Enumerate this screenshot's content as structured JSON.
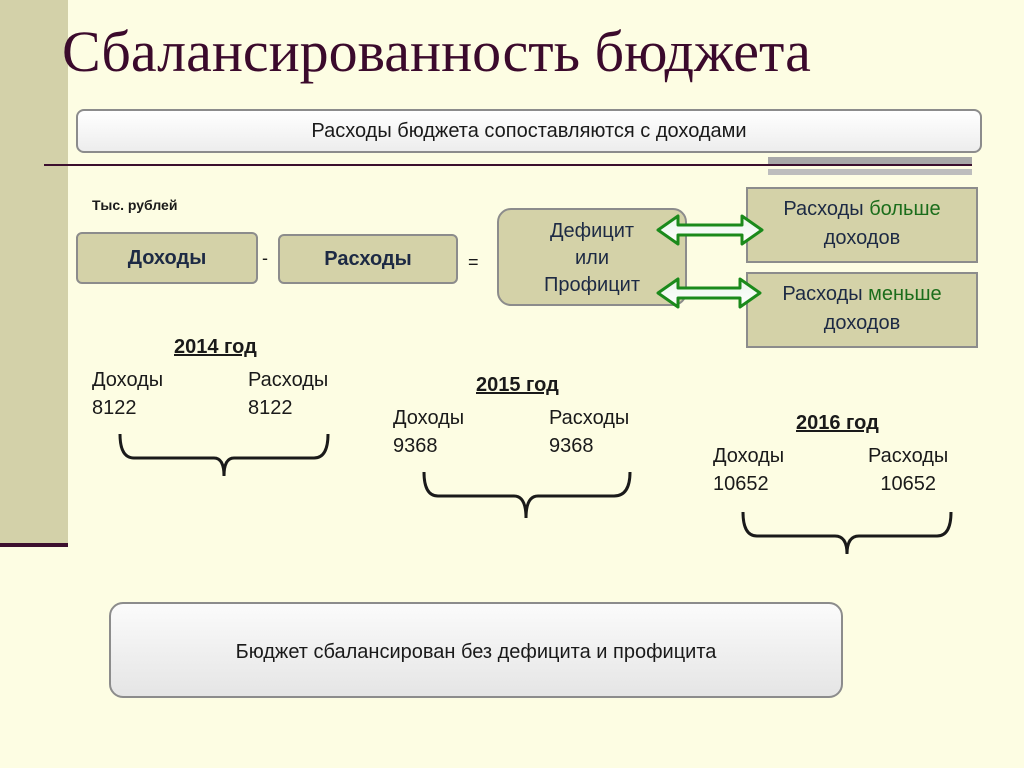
{
  "title": "Сбалансированность бюджета",
  "subtitle": "Расходы бюджета сопоставляются с доходами",
  "unit": "Тыс. рублей",
  "formula": {
    "income": "Доходы",
    "minus": "-",
    "expense": "Расходы",
    "equals": "=",
    "result_line1": "Дефицит",
    "result_line2": "или",
    "result_line3": "Профицит"
  },
  "cases": {
    "more_prefix": "Расходы ",
    "more_word": "больше",
    "more_suffix": "доходов",
    "less_prefix": "Расходы ",
    "less_word": "меньше",
    "less_suffix": "доходов"
  },
  "years": [
    {
      "year": "2014 год",
      "income_label": "Доходы",
      "income_value": "8122",
      "expense_label": "Расходы",
      "expense_value": "8122"
    },
    {
      "year": "2015 год",
      "income_label": "Доходы",
      "income_value": "9368",
      "expense_label": "Расходы",
      "expense_value": "9368"
    },
    {
      "year": "2016 год",
      "income_label": "Доходы",
      "income_value": "10652",
      "expense_label": "Расходы",
      "expense_value": "10652"
    }
  ],
  "summary": "Бюджет сбалансирован  без дефицита и профицита",
  "colors": {
    "title": "#3b0a2c",
    "box_fill": "#d4d2a8",
    "arrow_green": "#1b8a1b"
  }
}
